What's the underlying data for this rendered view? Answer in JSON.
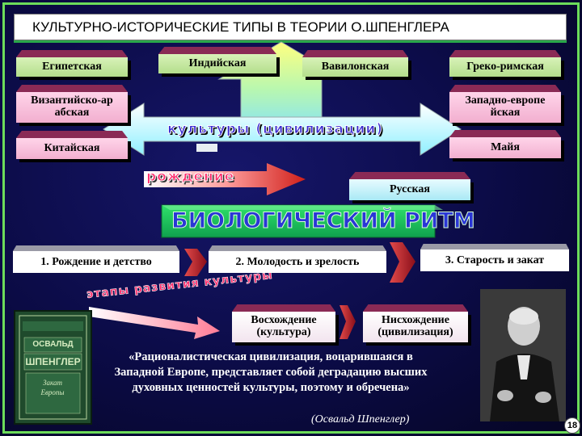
{
  "title": "КУЛЬТУРНО-ИСТОРИЧЕСКИЕ ТИПЫ В ТЕОРИИ О.ШПЕНГЛЕРА",
  "cultures": {
    "egyptian": "Египетская",
    "indian": "Индийская",
    "babylonian": "Вавилонская",
    "greco_roman": "Греко-римская",
    "byzantine": "Византийско-ар абская",
    "western": "Западно-европе йская",
    "chinese": "Китайская",
    "maya": "Майя",
    "russian": "Русская"
  },
  "wordart": {
    "cultures_civilizations": "культуры (цивилизации)",
    "birth": "рождение",
    "biological_rhythms": "БИОЛОГИЧЕСКИЙ РИТМ",
    "stages": "этапы развития культуры"
  },
  "stages": {
    "s1": "1. Рождение и детство",
    "s2": "2. Молодость и зрелость",
    "s3": "3. Старость и закат"
  },
  "phases": {
    "ascent": "Восхождение (культура)",
    "descent": "Нисхождение (цивилизация)"
  },
  "book": {
    "line1": "ОСВАЛЬД",
    "line2": "ШПЕНГЛЕР",
    "line3": "Закат Европы"
  },
  "quote": "«Рационалистическая цивилизация, воцарившаяся в Западной Европе, представляет собой деградацию высших духовных ценностей культуры, поэтому и обречена»",
  "author": "(Освальд Шпенглер)",
  "page_number": "18",
  "colors": {
    "background": "#0b0b45",
    "frame": "#6cdc5a",
    "green_box": "#c6e8a2",
    "pink_box": "#f7c2dc",
    "cyan_box": "#c2f1fa",
    "wordart_fill": "#3a2ad0",
    "birth_fill": "#ff2a6a"
  }
}
